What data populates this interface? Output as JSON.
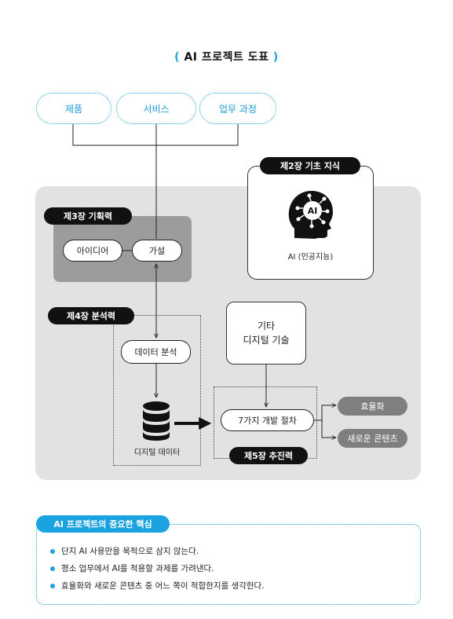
{
  "title": {
    "open_paren": "(",
    "text": "AI 프로젝트 도표",
    "close_paren": ")"
  },
  "top_boxes": [
    "제품",
    "서비스",
    "업무 과정"
  ],
  "chapter2": {
    "tab": "제2장 기초 지식",
    "icon_text": "AI",
    "caption": "AI (인공지능)"
  },
  "chapter3": {
    "tab": "제3장 기획력",
    "idea": "아이디어",
    "hypothesis": "가설"
  },
  "chapter4": {
    "tab": "제4장 분석력",
    "analysis": "데이터 분석",
    "database_label": "디지털 데이터"
  },
  "other_tech": {
    "line1": "기타",
    "line2": "디지털 기술"
  },
  "chapter5": {
    "tab": "제5장 추진력",
    "process": "7가지 개발 절차"
  },
  "outcomes": [
    "효율화",
    "새로운 콘텐츠"
  ],
  "summary": {
    "tab": "AI 프로젝트의 중요한 핵심",
    "bullets": [
      "단지 AI 사용만을 목적으로 삼지 않는다.",
      "평소 업무에서 AI를 적용할 과제를 가려낸다.",
      "효율화와 새로운 콘텐츠 중 어느 쪽이 적합한지를 생각한다."
    ]
  },
  "colors": {
    "accent_blue": "#1aa3e0",
    "panel_gray": "#e2e2e2",
    "box_gray": "#9c9c9c",
    "pill_gray": "#7f7f7f",
    "black": "#111111"
  }
}
